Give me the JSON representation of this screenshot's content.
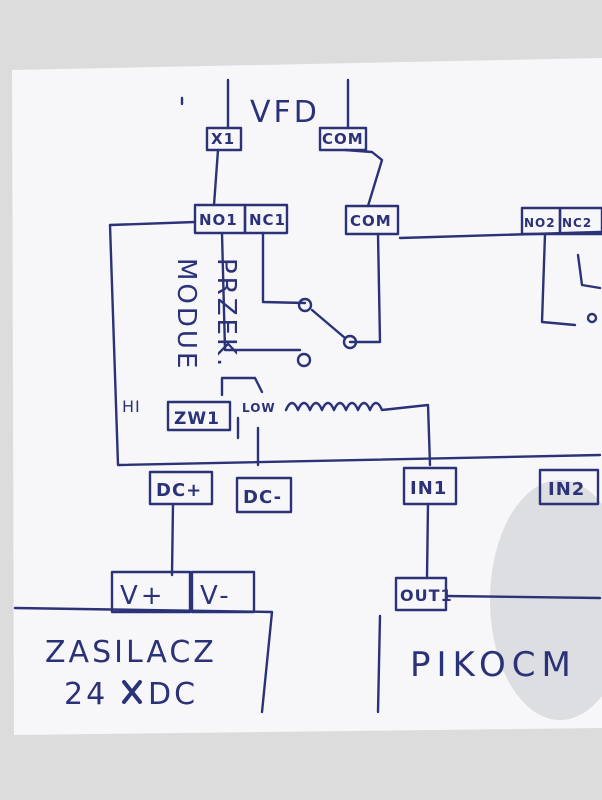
{
  "vfd": {
    "title": "VFD",
    "x1": "X1",
    "com": "COM"
  },
  "module": {
    "title": "MODUE\nPRZEK.",
    "no1": "NO1",
    "nc1": "NC1",
    "com": "COM",
    "no2": "NO2",
    "nc2": "NC2",
    "hi": "HI",
    "zw1": "ZW1",
    "low": "LOW",
    "dc_plus": "DC+",
    "dc_minus": "DC-",
    "in1": "IN1",
    "in2": "IN2"
  },
  "power_supply": {
    "v_plus": "V+",
    "v_minus": "V-",
    "line1": "ZASILACZ",
    "line2": "24",
    "line3": "DC"
  },
  "pico": {
    "out1": "OUT1",
    "title": "PIKOCM"
  },
  "colors": {
    "ink": "#2b3278",
    "paper": "#f7f7f9",
    "background": "#dcdcdc"
  }
}
